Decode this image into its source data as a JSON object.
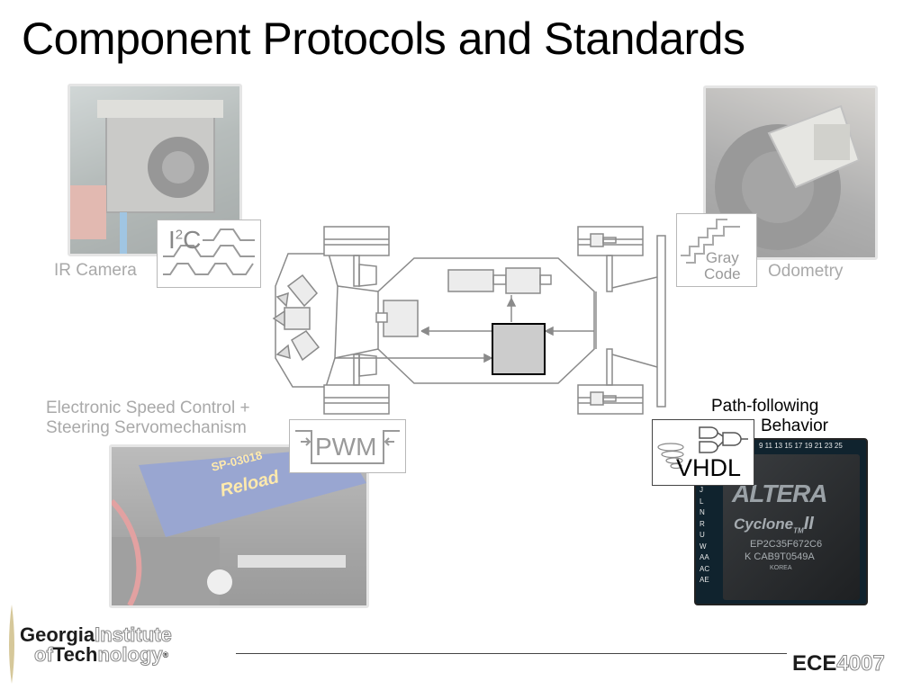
{
  "slide": {
    "title": "Component Protocols and Standards"
  },
  "components": {
    "ir_camera": {
      "label": "IR Camera"
    },
    "odometry": {
      "label": "Odometry"
    },
    "esc": {
      "label_line1": "Electronic Speed Control +",
      "label_line2": "Steering Servomechanism"
    },
    "fpga": {
      "label_line1": "Path-following",
      "label_line2": "Behavior",
      "chip_brand": "ALTERA",
      "chip_family": "Cyclone",
      "chip_tm": "TM",
      "chip_gen": "II",
      "chip_part": "EP2C35F672C6",
      "chip_lot": "K CAB9T0549A",
      "chip_origin": "KOREA",
      "pin_numbers": "9 11 13 15 17 19 21 23 25",
      "pin_letters": [
        "J",
        "L",
        "N",
        "R",
        "U",
        "W",
        "AA",
        "AC",
        "AE"
      ]
    },
    "esc_board_text": "SP-03018",
    "esc_board_brand": "Reload"
  },
  "protocols": {
    "i2c": {
      "base": "I",
      "sup": "2",
      "tail": "C"
    },
    "gray_code": {
      "line1": "Gray",
      "line2": "Code"
    },
    "pwm": {
      "label": "PWM"
    },
    "vhdl": {
      "label": "VHDL"
    }
  },
  "footer": {
    "logo_georgia": "Georgia",
    "logo_institute": "Institute",
    "logo_of": "of",
    "logo_tech": "Tech",
    "logo_nology": "nology",
    "logo_reg": "®",
    "course_ece": "ECE",
    "course_num": "4007"
  }
}
